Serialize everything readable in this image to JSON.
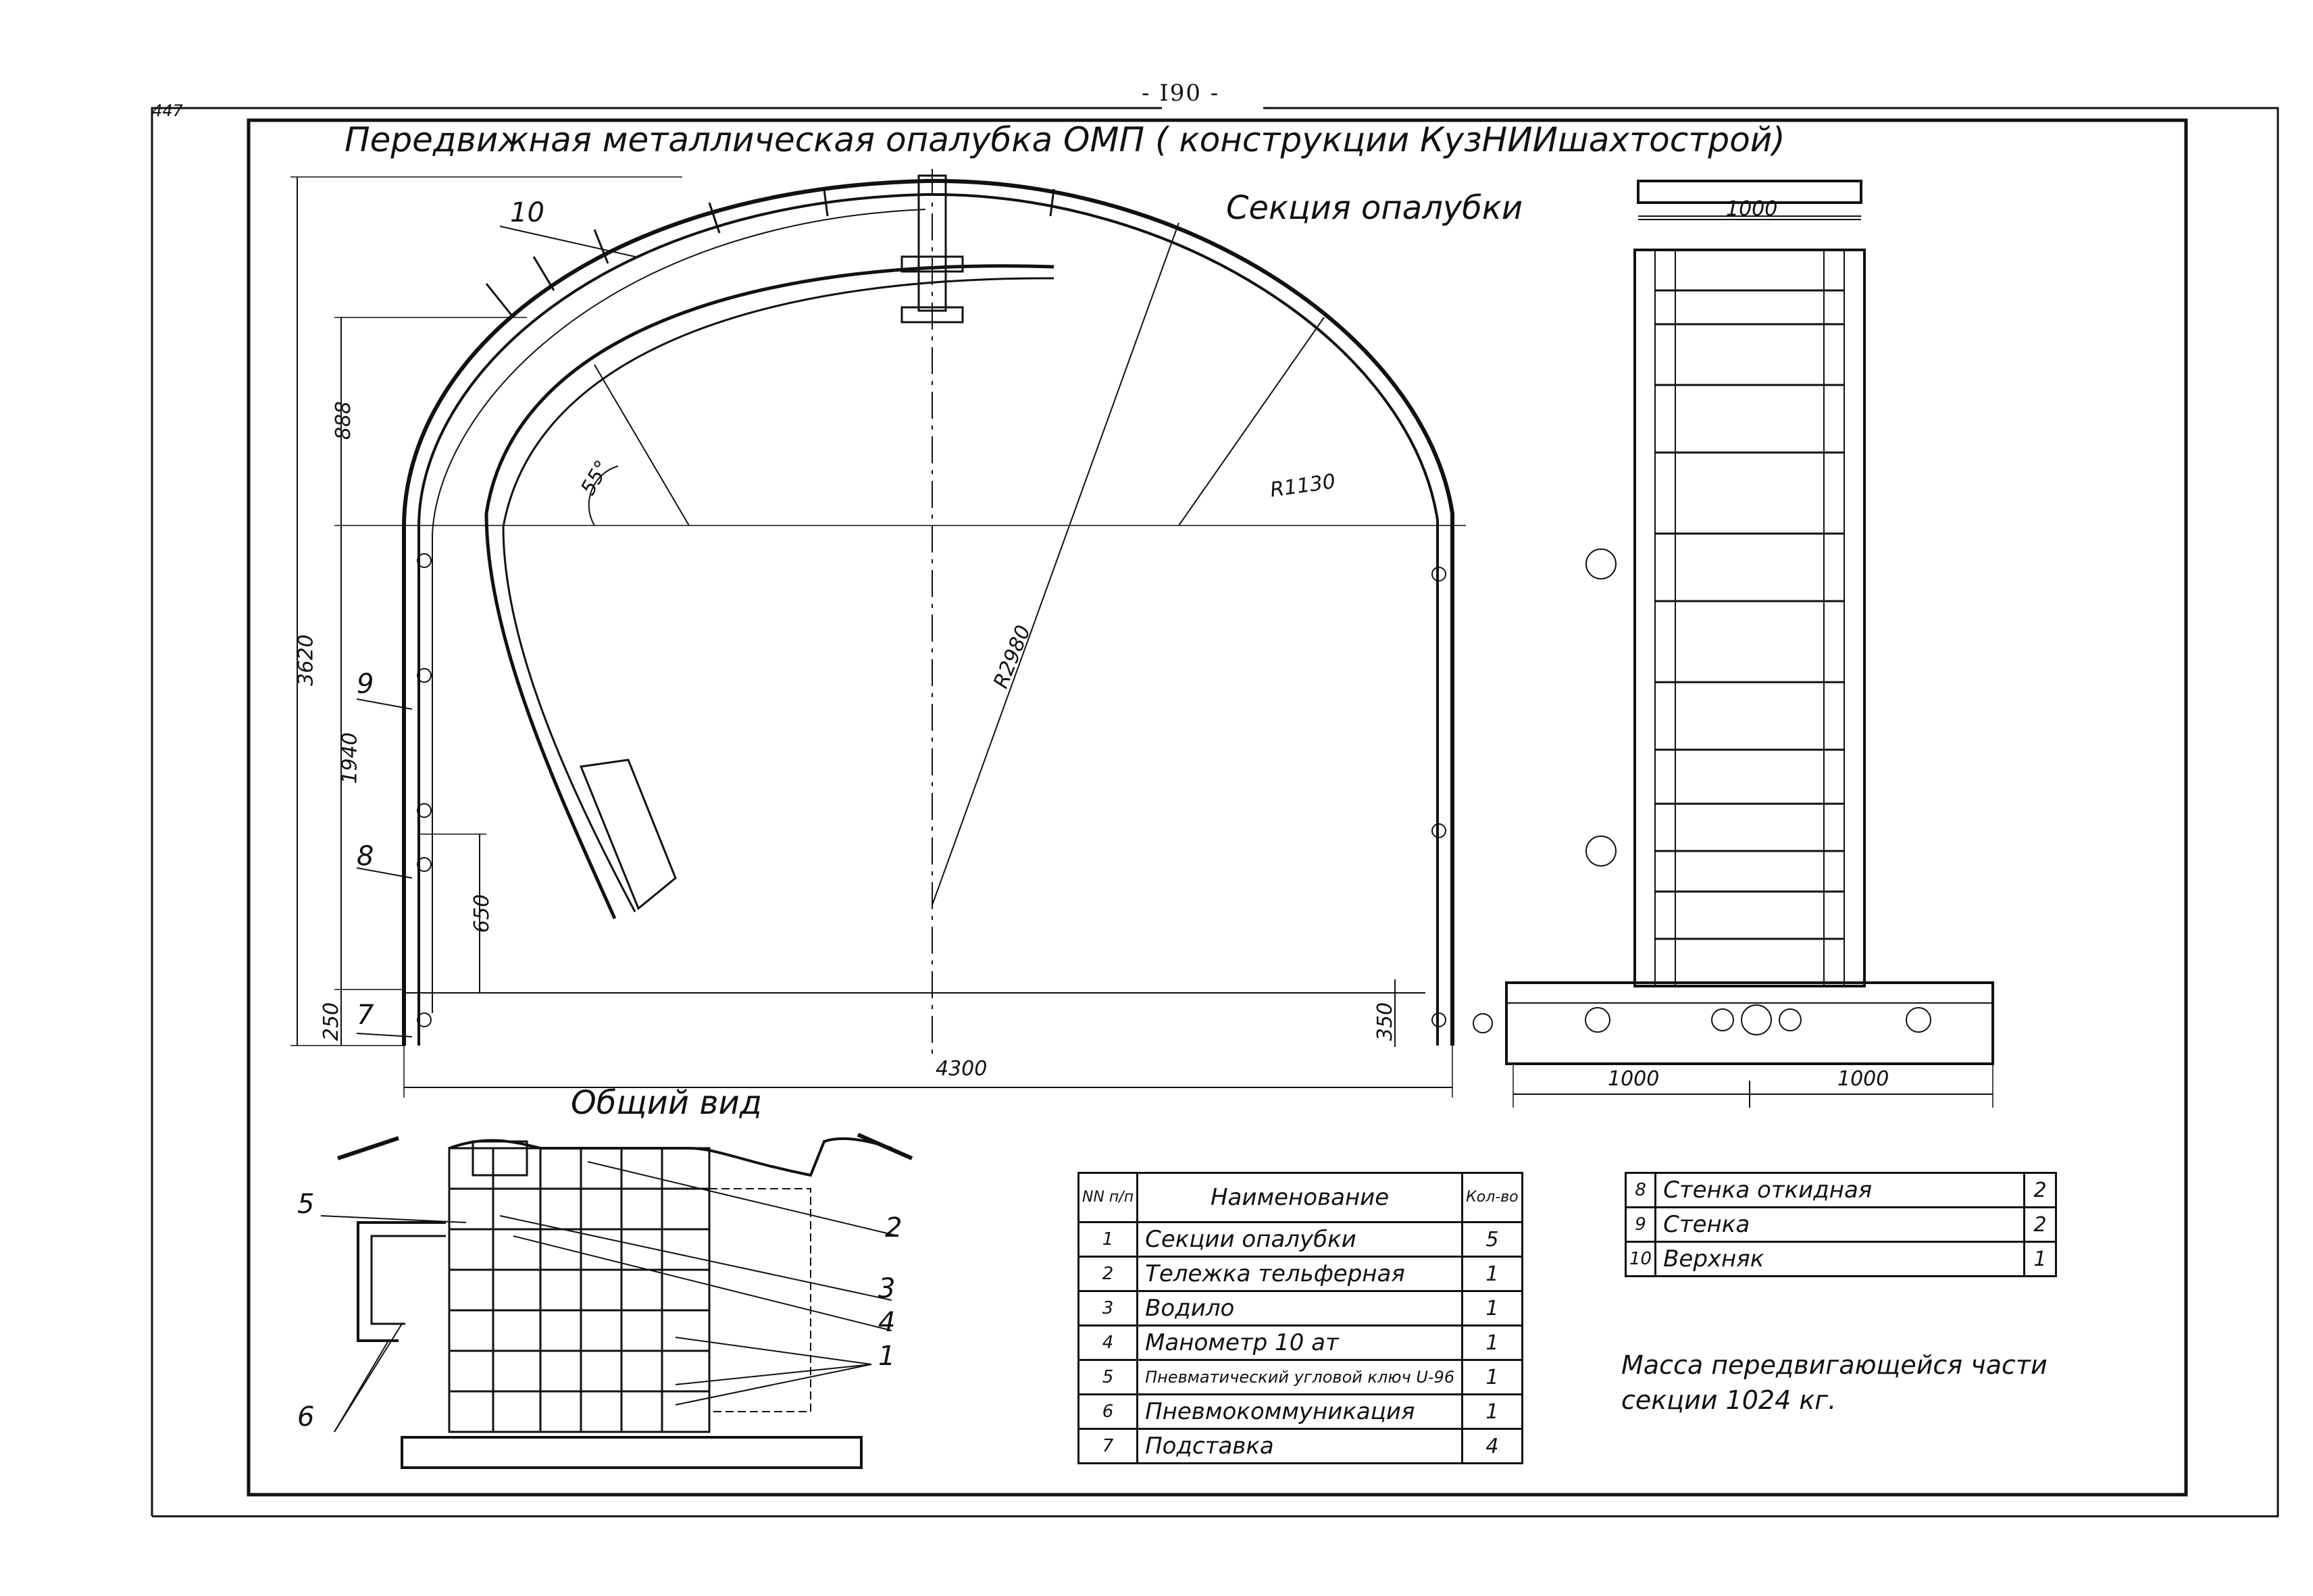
{
  "header": {
    "page_number": "- I90 -",
    "sheet_number": "447"
  },
  "title": "Передвижная металлическая опалубка ОМП ( конструкции КузНИИшахтострой)",
  "section_view": {
    "title": "Секция опалубки",
    "dimensions": {
      "height_total": "3620",
      "upper": "888",
      "middle": "1940",
      "lower_650": "650",
      "base_250": "250",
      "base_350": "350",
      "width": "4300",
      "radius_small": "R1130",
      "radius_large": "R2980",
      "angle": "55°"
    },
    "callouts": [
      "10",
      "9",
      "8",
      "7"
    ]
  },
  "side_view": {
    "dimensions": {
      "top": "1000",
      "bottom_left": "1000",
      "bottom_right": "1000"
    }
  },
  "general_view": {
    "title": "Общий вид",
    "callouts": [
      "5",
      "2",
      "3",
      "4",
      "1",
      "6"
    ]
  },
  "spec_table_1": {
    "headers": {
      "num": "NN п/п",
      "name": "Наименование",
      "qty": "Кол-во"
    },
    "rows": [
      {
        "num": "1",
        "name": "Секции опалубки",
        "qty": "5"
      },
      {
        "num": "2",
        "name": "Тележка тельферная",
        "qty": "1"
      },
      {
        "num": "3",
        "name": "Водило",
        "qty": "1"
      },
      {
        "num": "4",
        "name": "Манометр 10 ат",
        "qty": "1"
      },
      {
        "num": "5",
        "name": "Пневматический угловой ключ  U-96",
        "qty": "1"
      },
      {
        "num": "6",
        "name": "Пневмокоммуникация",
        "qty": "1"
      },
      {
        "num": "7",
        "name": "Подставка",
        "qty": "4"
      }
    ]
  },
  "spec_table_2": {
    "rows": [
      {
        "num": "8",
        "name": "Стенка откидная",
        "qty": "2"
      },
      {
        "num": "9",
        "name": "Стенка",
        "qty": "2"
      },
      {
        "num": "10",
        "name": "Верхняк",
        "qty": "1"
      }
    ]
  },
  "mass_note": {
    "line1": "Масса передвигающейся части",
    "line2": "секции 1024 кг."
  }
}
